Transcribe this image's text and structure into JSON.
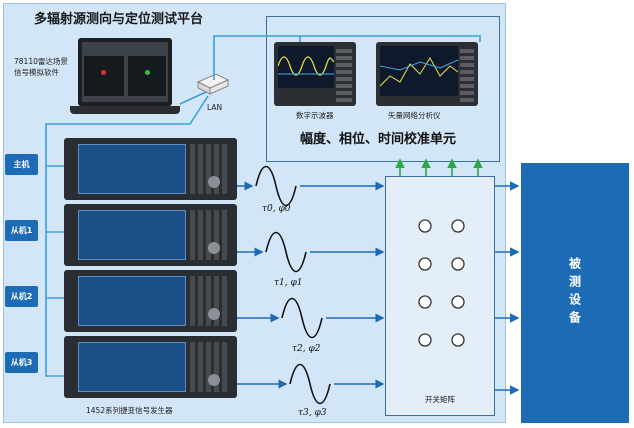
{
  "title": "多辐射源测向与定位测试平台",
  "software": {
    "line1": "78110雷达场景",
    "line2": "信号模拟软件"
  },
  "lan_label": "LAN",
  "instruments": {
    "oscilloscope": "数字示波器",
    "network_analyzer": "矢量网络分析仪"
  },
  "calibration_unit": "幅度、相位、时间校准单元",
  "units": [
    "主机",
    "从机1",
    "从机2",
    "从机3"
  ],
  "generator_caption": "1452系列捷变信号发生器",
  "signals": [
    {
      "tau": "τ0",
      "phi": "φ0"
    },
    {
      "tau": "τ1",
      "phi": "φ1"
    },
    {
      "tau": "τ2",
      "phi": "φ2"
    },
    {
      "tau": "τ3",
      "phi": "φ3"
    }
  ],
  "switch_matrix": "开关矩阵",
  "dut": "被测设备",
  "colors": {
    "platform_bg": "#d3e6f7",
    "accent_blue": "#1d6bb5",
    "arrow_green": "#2ea84a",
    "cable": "#3aa0dc"
  }
}
